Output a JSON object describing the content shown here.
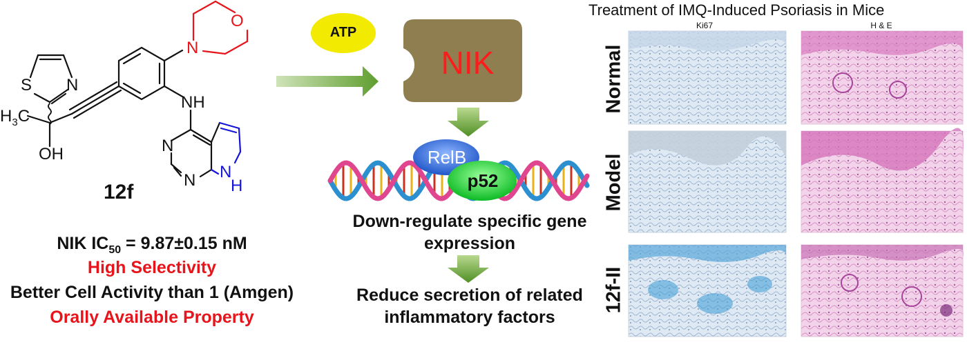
{
  "structure": {
    "compound_label": "12f",
    "atoms": {
      "s": "S",
      "n_thiazole": "N",
      "ch3": "H3C",
      "oh": "OH",
      "o_morph": "O",
      "n_morph": "N",
      "nh_link": "NH",
      "n_pyr1": "N",
      "n_pyr2": "N",
      "n_pyrrole": "N",
      "h_pyrrole": "H"
    },
    "colors": {
      "morpholine": "#e8141b",
      "pyrrole": "#1515d8",
      "bonds": "#111111"
    }
  },
  "properties": {
    "ic50_prefix": "NIK IC",
    "ic50_sub": "50",
    "ic50_value": " = 9.87±0.15 nM",
    "line2": "High Selectivity",
    "line3": "Better Cell Activity than 1 (Amgen)",
    "line4": "Orally Available Property"
  },
  "pathway": {
    "atp_label": "ATP",
    "nik_label": "NIK",
    "relb_label": "RelB",
    "p52_label": "p52",
    "step1_line1": "Down-regulate specific gene",
    "step1_line2": "expression",
    "step2_line1": "Reduce secretion of related",
    "step2_line2": "inflammatory factors",
    "colors": {
      "atp": "#f2ea00",
      "nik_box": "#8f7f50",
      "nik_text": "#ff1b1b",
      "relb": "#2f6fe0",
      "p52": "#22d63a",
      "arrow": "#6aaa3a"
    }
  },
  "histology": {
    "title": "Treatment of IMQ-Induced Psoriasis in Mice",
    "col1": "Ki67",
    "col2": "H & E",
    "rows": [
      "Normal",
      "Model",
      "12f-II"
    ]
  }
}
